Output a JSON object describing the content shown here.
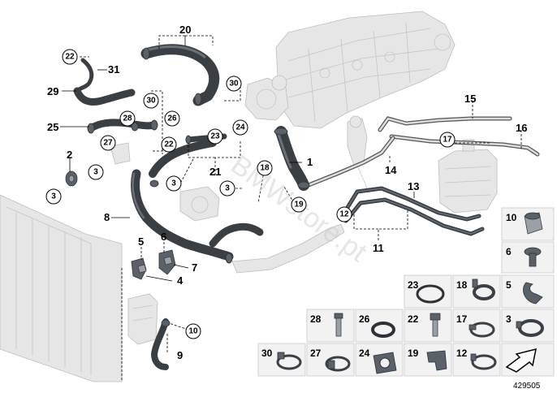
{
  "diagram": {
    "reference_number": "429505",
    "watermark": "BMWstore.pt",
    "main_labels": [
      {
        "id": "20",
        "text": "20"
      },
      {
        "id": "31",
        "text": "31"
      },
      {
        "id": "29",
        "text": "29"
      },
      {
        "id": "25",
        "text": "25"
      },
      {
        "id": "2",
        "text": "2"
      },
      {
        "id": "8",
        "text": "8"
      },
      {
        "id": "21",
        "text": "21"
      },
      {
        "id": "1",
        "text": "1"
      },
      {
        "id": "15",
        "text": "15"
      },
      {
        "id": "16",
        "text": "16"
      },
      {
        "id": "14",
        "text": "14"
      },
      {
        "id": "13",
        "text": "13"
      },
      {
        "id": "11",
        "text": "11"
      },
      {
        "id": "5",
        "text": "5"
      },
      {
        "id": "6",
        "text": "6"
      },
      {
        "id": "7",
        "text": "7"
      },
      {
        "id": "4",
        "text": "4"
      },
      {
        "id": "9",
        "text": "9"
      }
    ],
    "circled_labels": [
      {
        "id": "c22a",
        "text": "22"
      },
      {
        "id": "c30a",
        "text": "30"
      },
      {
        "id": "c30b",
        "text": "30"
      },
      {
        "id": "c28",
        "text": "28"
      },
      {
        "id": "c26",
        "text": "26"
      },
      {
        "id": "c27",
        "text": "27"
      },
      {
        "id": "c22b",
        "text": "22"
      },
      {
        "id": "c23",
        "text": "23"
      },
      {
        "id": "c24",
        "text": "24"
      },
      {
        "id": "c3a",
        "text": "3"
      },
      {
        "id": "c3b",
        "text": "3"
      },
      {
        "id": "c3c",
        "text": "3"
      },
      {
        "id": "c3d",
        "text": "3"
      },
      {
        "id": "c18",
        "text": "18"
      },
      {
        "id": "c19",
        "text": "19"
      },
      {
        "id": "c17",
        "text": "17"
      },
      {
        "id": "c12",
        "text": "12"
      },
      {
        "id": "c10",
        "text": "10"
      }
    ],
    "legend_tiles": [
      {
        "id": "t10",
        "text": "10",
        "shape": "sleeve-icon"
      },
      {
        "id": "t6",
        "text": "6",
        "shape": "expanding-rivet-icon"
      },
      {
        "id": "t5",
        "text": "5",
        "shape": "hose-holder-icon"
      },
      {
        "id": "t23",
        "text": "23",
        "shape": "o-ring-icon"
      },
      {
        "id": "t18",
        "text": "18",
        "shape": "spring-clamp-icon"
      },
      {
        "id": "t28",
        "text": "28",
        "shape": "screw-icon"
      },
      {
        "id": "t26",
        "text": "26",
        "shape": "gasket-ring-icon"
      },
      {
        "id": "t22",
        "text": "22",
        "shape": "bleed-screw-icon"
      },
      {
        "id": "t17",
        "text": "17",
        "shape": "hose-clamp-icon"
      },
      {
        "id": "t3",
        "text": "3",
        "shape": "spring-band-clamp-icon"
      },
      {
        "id": "t30",
        "text": "30",
        "shape": "hose-clip-icon"
      },
      {
        "id": "t27",
        "text": "27",
        "shape": "hose-clip-icon"
      },
      {
        "id": "t24",
        "text": "24",
        "shape": "flange-gasket-icon"
      },
      {
        "id": "t19",
        "text": "19",
        "shape": "bracket-clip-icon"
      },
      {
        "id": "t12",
        "text": "12",
        "shape": "hose-clip-icon"
      },
      {
        "id": "t-arrow",
        "text": "",
        "shape": "arrow-icon"
      }
    ]
  }
}
